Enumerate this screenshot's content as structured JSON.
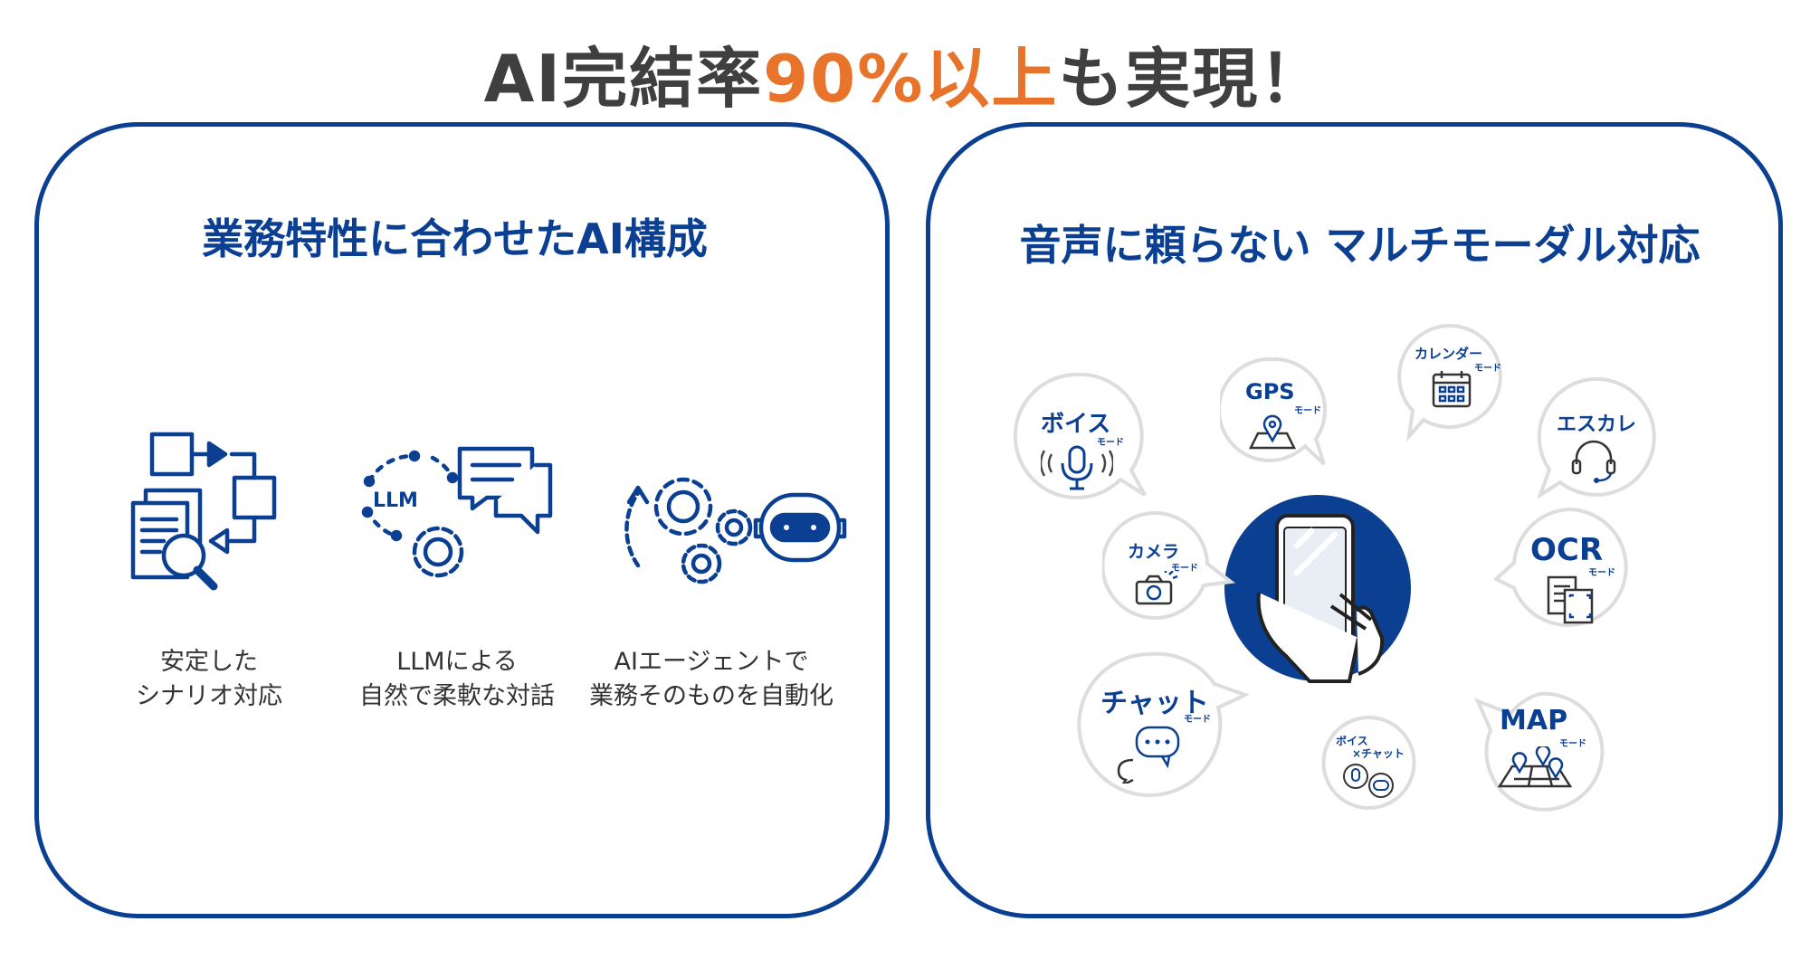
{
  "title": {
    "prefix": "AI完結率",
    "highlight": "90%以上",
    "suffix": "も実現！"
  },
  "colors": {
    "brand_blue": "#0b3f92",
    "accent_orange": "#e8732a",
    "text_dark": "#3f3f3f"
  },
  "left_panel": {
    "heading": "業務特性に合わせたAI構成",
    "features": [
      {
        "icon": "flowchart-document-search-icon",
        "line1": "安定した",
        "line2": "シナリオ対応"
      },
      {
        "icon": "llm-chat-gear-icon",
        "badge": "LLM",
        "line1": "LLMによる",
        "line2": "自然で柔軟な対話"
      },
      {
        "icon": "gears-robot-icon",
        "line1": "AIエージェントで",
        "line2": "業務そのものを自動化"
      }
    ]
  },
  "right_panel": {
    "heading": "音声に頼らない マルチモーダル対応",
    "center_icon": "smartphone-touch-icon",
    "modes": [
      {
        "name": "ボイス",
        "mode": "モード",
        "icon": "microphone-icon"
      },
      {
        "name": "GPS",
        "mode": "モード",
        "icon": "location-map-icon"
      },
      {
        "name": "カレンダー",
        "mode": "モード",
        "icon": "calendar-icon"
      },
      {
        "name": "エスカレ",
        "icon": "headset-icon"
      },
      {
        "name": "カメラ",
        "mode": "モード",
        "icon": "camera-icon"
      },
      {
        "name": "OCR",
        "mode": "モード",
        "icon": "document-scan-icon"
      },
      {
        "name": "チャット",
        "mode": "モード",
        "icon": "chat-bubbles-icon"
      },
      {
        "name": "ボイス",
        "name2": "×チャット",
        "icon": "voice-chat-icon"
      },
      {
        "name": "MAP",
        "mode": "モード",
        "icon": "map-pins-icon"
      }
    ]
  }
}
